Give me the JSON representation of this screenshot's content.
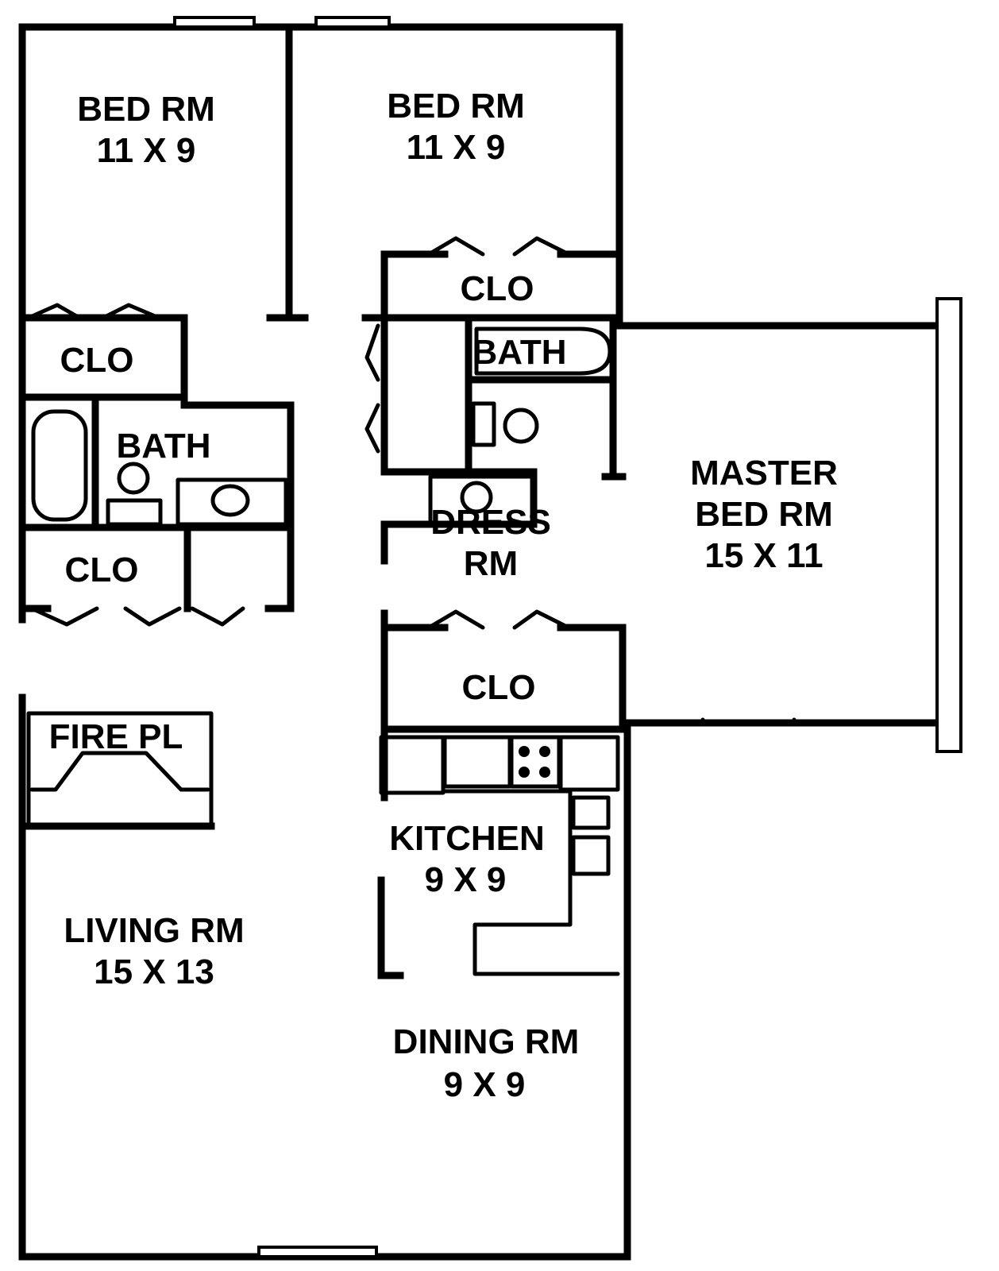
{
  "rooms": {
    "bedroom_1": {
      "name": "BED RM",
      "size": "11 X 9"
    },
    "bedroom_2": {
      "name": "BED RM",
      "size": "11 X 9"
    },
    "master": {
      "name_line1": "MASTER",
      "name_line2": "BED RM",
      "size": "15 X 11"
    },
    "living": {
      "name": "LIVING RM",
      "size": "15 X 13"
    },
    "kitchen": {
      "name": "KITCHEN",
      "size": "9 X 9"
    },
    "dining": {
      "name": "DINING RM",
      "size": "9 X 9"
    },
    "dress": {
      "name_line1": "DRESS",
      "name_line2": "RM"
    }
  },
  "closets": {
    "closet_bed1": "CLO",
    "closet_hall": "CLO",
    "closet_bed2": "CLO",
    "closet_master": "CLO"
  },
  "baths": {
    "hall_bath": "BATH",
    "master_bath": "BATH"
  },
  "fireplace": "FIRE PL"
}
